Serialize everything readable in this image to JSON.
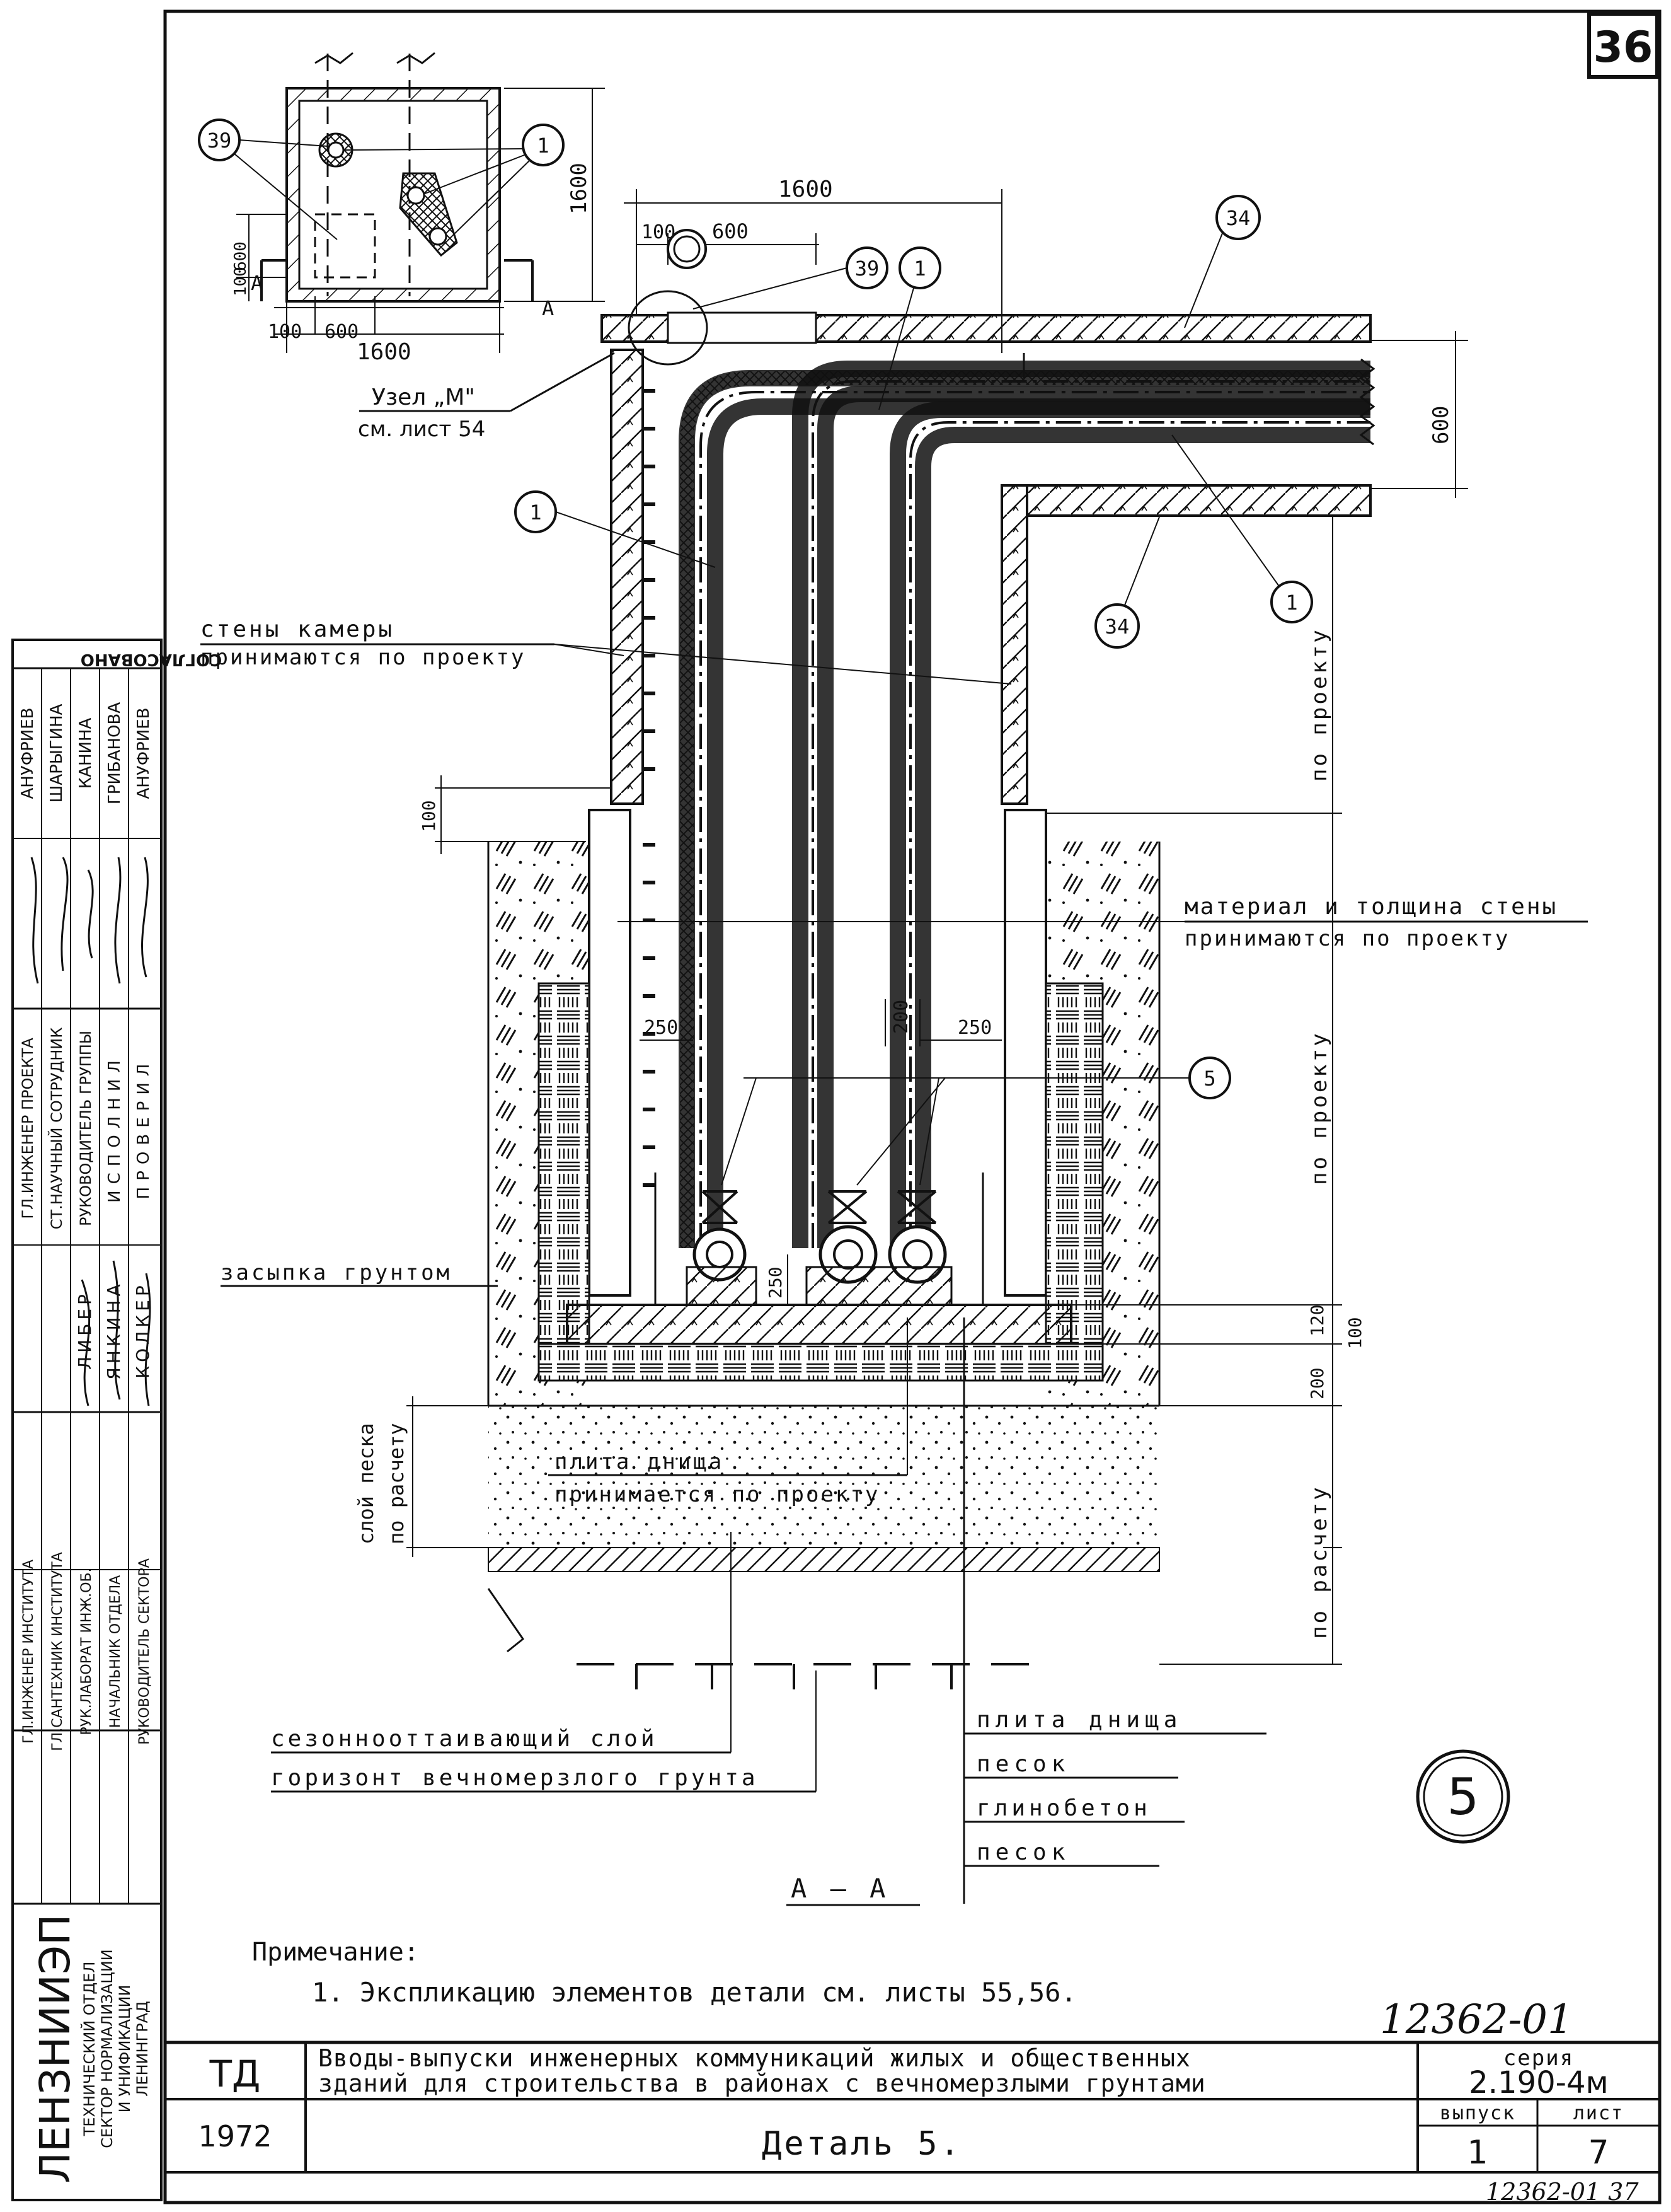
{
  "sheet": {
    "corner_number": "36",
    "bottom_right_code": "12362-01  37",
    "archive_number": "12362-01"
  },
  "plan": {
    "dim_width": "1600",
    "dim_height": "1600",
    "dim_100": "100",
    "dim_600": "600",
    "dim_600v": "600",
    "dim_100v": "100",
    "section_mark": "A",
    "callout_1": "1",
    "callout_39": "39",
    "node_label": "Узел „М\"",
    "node_ref": "см. лист 54"
  },
  "section": {
    "dim_1600": "1600",
    "dim_100": "100",
    "dim_600": "600",
    "dim_600_right": "600",
    "dim_100_left": "100",
    "dim_250_a": "250",
    "dim_200": "200",
    "dim_250_b": "250",
    "dim_250_c": "250",
    "dim_120": "120",
    "dim_100_r": "100",
    "dim_200_r": "200",
    "callout_39": "39",
    "callout_1a": "1",
    "callout_1b": "1",
    "callout_1c": "1",
    "callout_34a": "34",
    "callout_34b": "34",
    "callout_5": "5",
    "walls_1": "стены камеры",
    "walls_2": "принимаются по проекту",
    "material_1": "материал и толщина стены",
    "material_2": "принимаются по проекту",
    "backfill": "засыпка грунтом",
    "slab_1": "плита днища",
    "slab_2": "принимается по проекту",
    "sand_layer_1": "слой песка",
    "sand_layer_2": "по расчету",
    "by_project_1": "по проекту",
    "by_project_2": "по проекту",
    "by_calc": "по расчету",
    "seasonal": "сезоннооттаивающий слой",
    "permafrost": "горизонт вечномерзлого грунта",
    "legend": [
      "плита днища",
      "песок",
      "глинобетон",
      "песок"
    ],
    "detail_number": "5",
    "section_title": "А — А"
  },
  "note": {
    "heading": "Примечание:",
    "line1": "1. Экспликацию элементов детали см. листы 55,56."
  },
  "side_stamp": {
    "agreed": "СОГЛАСОВАНО",
    "agreed_names": [
      "АНУФРИЕВ",
      "ШАРЫГИНА",
      "КАНИНА",
      "ГРИБАНОВА",
      "АНУФРИЕВ"
    ],
    "roles_a": [
      "ГЛ.ИНЖЕНЕР ПРОЕКТА",
      "СТ.НАУЧНЫЙ СОТРУДНИК",
      "РУКОВОДИТЕЛЬ ГРУППЫ",
      "ИСПОЛНИЛ",
      "ПРОВЕРИЛ"
    ],
    "names_a": [
      "ЛИБЕР",
      "ЯНКИНА",
      "КОЛКЕР"
    ],
    "roles_b": [
      "ГЛ.ИНЖЕНЕР ИНСТИТУТА",
      "ГЛ.САНТЕХНИК ИНСТИТУТА",
      "РУК.ЛАБОРАТ ИНЖ.ОБ.",
      "НАЧАЛЬНИК ОТДЕЛА",
      "РУКОВОДИТЕЛЬ СЕКТОРА"
    ],
    "org": "ЛЕНЗНИИЭП",
    "org_sub": [
      "ТЕХНИЧЕСКИЙ ОТДЕЛ",
      "СЕКТОР НОРМАЛИЗАЦИИ",
      "И УНИФИКАЦИИ",
      "ЛЕНИНГРАД"
    ]
  },
  "title_block": {
    "td": "ТД",
    "year": "1972",
    "title_line1": "Вводы-выпуски инженерных коммуникаций жилых и общественных",
    "title_line2": "зданий для строительства в районах с вечномерзлыми грунтами",
    "detail": "Деталь 5.",
    "series_label": "серия",
    "series": "2.190-4м",
    "issue_label": "выпуск",
    "issue": "1",
    "sheet_label": "лист",
    "sheet": "7"
  }
}
